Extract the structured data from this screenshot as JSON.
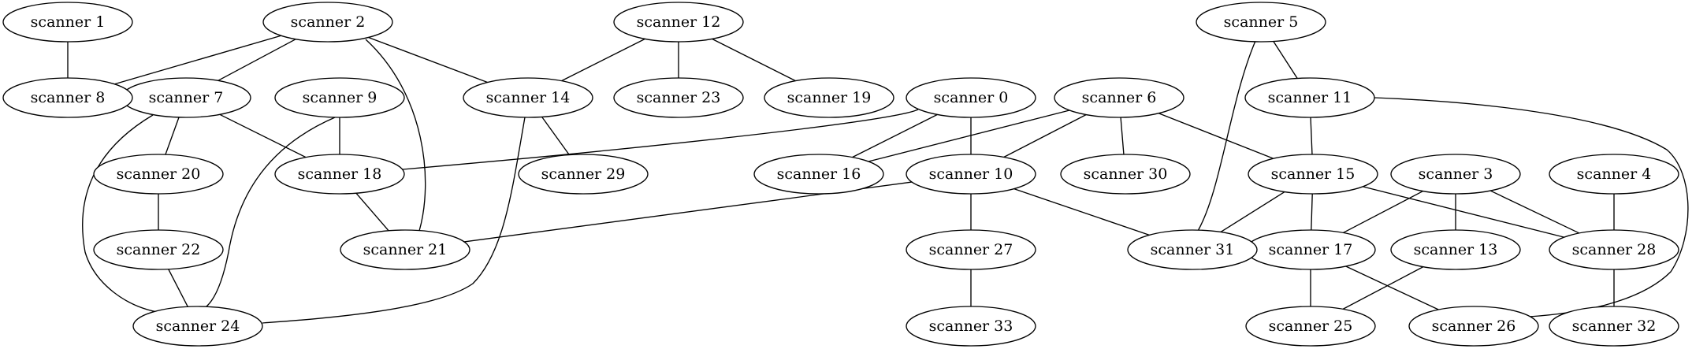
{
  "graph": {
    "nodes": [
      {
        "id": "s0",
        "label": "scanner 0"
      },
      {
        "id": "s1",
        "label": "scanner 1"
      },
      {
        "id": "s2",
        "label": "scanner 2"
      },
      {
        "id": "s3",
        "label": "scanner 3"
      },
      {
        "id": "s4",
        "label": "scanner 4"
      },
      {
        "id": "s5",
        "label": "scanner 5"
      },
      {
        "id": "s6",
        "label": "scanner 6"
      },
      {
        "id": "s7",
        "label": "scanner 7"
      },
      {
        "id": "s8",
        "label": "scanner 8"
      },
      {
        "id": "s9",
        "label": "scanner 9"
      },
      {
        "id": "s10",
        "label": "scanner 10"
      },
      {
        "id": "s11",
        "label": "scanner 11"
      },
      {
        "id": "s12",
        "label": "scanner 12"
      },
      {
        "id": "s13",
        "label": "scanner 13"
      },
      {
        "id": "s14",
        "label": "scanner 14"
      },
      {
        "id": "s15",
        "label": "scanner 15"
      },
      {
        "id": "s16",
        "label": "scanner 16"
      },
      {
        "id": "s17",
        "label": "scanner 17"
      },
      {
        "id": "s18",
        "label": "scanner 18"
      },
      {
        "id": "s19",
        "label": "scanner 19"
      },
      {
        "id": "s20",
        "label": "scanner 20"
      },
      {
        "id": "s21",
        "label": "scanner 21"
      },
      {
        "id": "s22",
        "label": "scanner 22"
      },
      {
        "id": "s23",
        "label": "scanner 23"
      },
      {
        "id": "s24",
        "label": "scanner 24"
      },
      {
        "id": "s25",
        "label": "scanner 25"
      },
      {
        "id": "s26",
        "label": "scanner 26"
      },
      {
        "id": "s27",
        "label": "scanner 27"
      },
      {
        "id": "s28",
        "label": "scanner 28"
      },
      {
        "id": "s29",
        "label": "scanner 29"
      },
      {
        "id": "s30",
        "label": "scanner 30"
      },
      {
        "id": "s31",
        "label": "scanner 31"
      },
      {
        "id": "s32",
        "label": "scanner 32"
      },
      {
        "id": "s33",
        "label": "scanner 33"
      }
    ],
    "edges": [
      [
        "s1",
        "s8"
      ],
      [
        "s2",
        "s8"
      ],
      [
        "s2",
        "s7"
      ],
      [
        "s2",
        "s14"
      ],
      [
        "s2",
        "s21"
      ],
      [
        "s12",
        "s14"
      ],
      [
        "s12",
        "s23"
      ],
      [
        "s12",
        "s19"
      ],
      [
        "s5",
        "s11"
      ],
      [
        "s5",
        "s31"
      ],
      [
        "s7",
        "s20"
      ],
      [
        "s7",
        "s18"
      ],
      [
        "s7",
        "s24"
      ],
      [
        "s9",
        "s18"
      ],
      [
        "s9",
        "s24"
      ],
      [
        "s14",
        "s29"
      ],
      [
        "s14",
        "s24"
      ],
      [
        "s0",
        "s18"
      ],
      [
        "s0",
        "s16"
      ],
      [
        "s0",
        "s10"
      ],
      [
        "s6",
        "s16"
      ],
      [
        "s6",
        "s10"
      ],
      [
        "s6",
        "s30"
      ],
      [
        "s6",
        "s15"
      ],
      [
        "s11",
        "s15"
      ],
      [
        "s11",
        "s26"
      ],
      [
        "s20",
        "s22"
      ],
      [
        "s18",
        "s21"
      ],
      [
        "s10",
        "s21"
      ],
      [
        "s10",
        "s27"
      ],
      [
        "s10",
        "s31"
      ],
      [
        "s15",
        "s31"
      ],
      [
        "s15",
        "s17"
      ],
      [
        "s15",
        "s28"
      ],
      [
        "s3",
        "s17"
      ],
      [
        "s3",
        "s13"
      ],
      [
        "s3",
        "s28"
      ],
      [
        "s4",
        "s28"
      ],
      [
        "s22",
        "s24"
      ],
      [
        "s27",
        "s33"
      ],
      [
        "s17",
        "s25"
      ],
      [
        "s17",
        "s26"
      ],
      [
        "s13",
        "s25"
      ],
      [
        "s28",
        "s32"
      ]
    ]
  }
}
